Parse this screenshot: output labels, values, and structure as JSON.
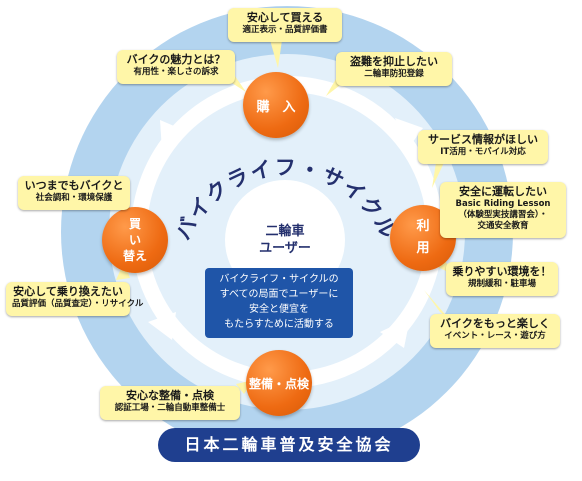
{
  "arc_title": "バイクライフ・サイクル",
  "center": {
    "line1": "二輪車",
    "line2": "ユーザー"
  },
  "center_box": [
    "バイクライフ・サイクルの",
    "すべての局面でユーザーに",
    "安全と便宜を",
    "もたらすために活動する"
  ],
  "stages": {
    "purchase": "購　入",
    "use_top": "利",
    "use_bottom": "用",
    "maintenance": "整備・点検",
    "replace_top": "買",
    "replace_middle": "い",
    "replace_bottom": "替え"
  },
  "callouts": {
    "buy_safe": {
      "title": "安心して買える",
      "sub": "適正表示・品質評価書"
    },
    "appeal": {
      "title": "バイクの魅力とは？",
      "sub": "有用性・楽しさの訴求"
    },
    "theft": {
      "title": "盗難を抑止したい",
      "sub": "二輪車防犯登録"
    },
    "service_info": {
      "title": "サービス情報がほしい",
      "sub": "IT活用・モバイル対応"
    },
    "safe_riding": {
      "title": "安全に運転したい",
      "sub1": "Basic Riding Lesson",
      "sub2": "（体験型実技講習会）・",
      "sub3": "交通安全教育"
    },
    "environment": {
      "title": "乗りやすい環境を！",
      "sub": "規制緩和・駐車場"
    },
    "enjoy": {
      "title": "バイクをもっと楽しく",
      "sub": "イベント・レース・遊び方"
    },
    "maintenance": {
      "title": "安心な整備・点検",
      "sub": "認証工場・二輪自動車整備士"
    },
    "forever": {
      "title": "いつまでもバイクと",
      "sub": "社会調和・環境保護"
    },
    "replace_safe": {
      "title": "安心して乗り換えたい",
      "sub": "品質評価（品質査定）・リサイクル"
    }
  },
  "org_name": "日本二輪車普及安全協会",
  "colors": {
    "outer_ring": "#b3d4ef",
    "inner_disc": "#e3f0fa",
    "node": "#ee6a12",
    "callout": "#fff6a8",
    "center_box": "#1f55a8",
    "org": "#1f3f8f",
    "title_text": "#24306e"
  }
}
